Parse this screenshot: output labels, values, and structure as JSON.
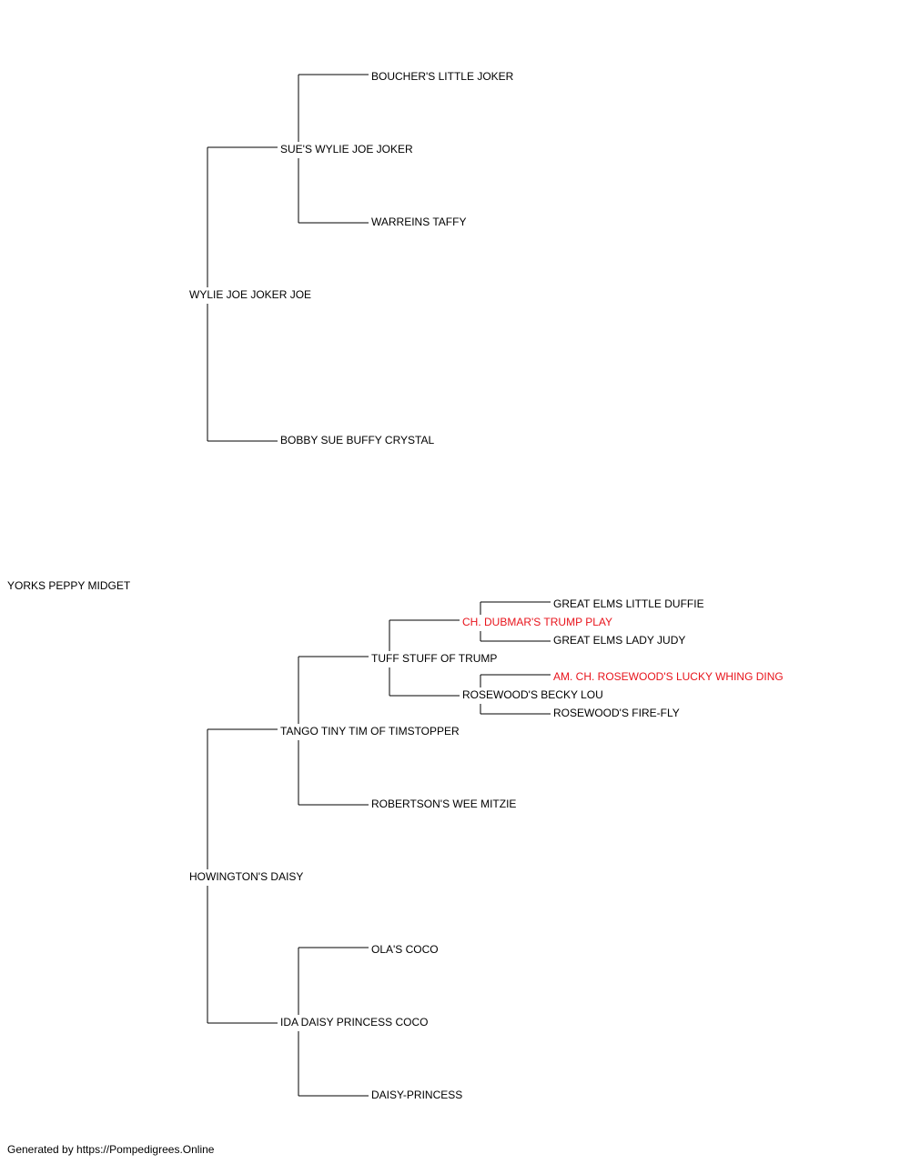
{
  "pedigree": {
    "subject": {
      "name": "YORKS PEPPY MIDGET"
    },
    "sire": {
      "name": "WYLIE JOE JOKER JOE",
      "sire": {
        "name": "SUE'S WYLIE JOE JOKER",
        "sire": {
          "name": "BOUCHER'S LITTLE JOKER"
        },
        "dam": {
          "name": "WARREINS TAFFY"
        }
      },
      "dam": {
        "name": "BOBBY SUE BUFFY CRYSTAL"
      }
    },
    "dam": {
      "name": "HOWINGTON'S DAISY",
      "sire": {
        "name": "TANGO TINY TIM OF TIMSTOPPER",
        "sire": {
          "name": "TUFF STUFF OF TRUMP",
          "sire": {
            "name": "CH. DUBMAR'S TRUMP PLAY",
            "champion": true,
            "sire": {
              "name": "GREAT ELMS LITTLE DUFFIE"
            },
            "dam": {
              "name": "GREAT ELMS LADY JUDY"
            }
          },
          "dam": {
            "name": "ROSEWOOD'S BECKY LOU",
            "sire": {
              "name": "AM. CH. ROSEWOOD'S LUCKY WHING DING",
              "champion": true
            },
            "dam": {
              "name": "ROSEWOOD'S FIRE-FLY"
            }
          }
        },
        "dam": {
          "name": "ROBERTSON'S WEE MITZIE"
        }
      },
      "dam": {
        "name": "IDA DAISY PRINCESS COCO",
        "sire": {
          "name": "OLA'S COCO"
        },
        "dam": {
          "name": "DAISY-PRINCESS"
        }
      }
    }
  },
  "colors": {
    "champion": "#e8141c",
    "text": "#000000",
    "lines": "#000000"
  },
  "footer": "Generated by https://Pompedigrees.Online"
}
